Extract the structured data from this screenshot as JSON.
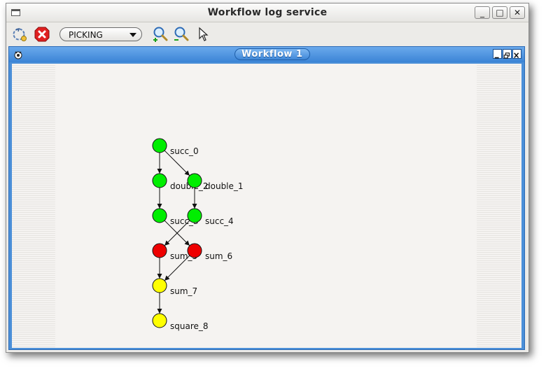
{
  "window": {
    "title": "Workflow log service",
    "minimize_label": "_",
    "maximize_label": "□",
    "close_label": "✕"
  },
  "toolbar": {
    "mode_value": "PICKING"
  },
  "internal_frame": {
    "title": "Workflow 1"
  },
  "colors": {
    "green": "#00ee00",
    "red": "#ee0000",
    "yellow": "#ffff00"
  },
  "graph": {
    "nodes": [
      {
        "id": "succ_0",
        "label": "succ_0",
        "color": "green"
      },
      {
        "id": "double_2",
        "label": "double_2",
        "color": "green"
      },
      {
        "id": "double_1",
        "label": "double_1",
        "color": "green"
      },
      {
        "id": "succ_3",
        "label": "succ_3",
        "color": "green"
      },
      {
        "id": "succ_4",
        "label": "succ_4",
        "color": "green"
      },
      {
        "id": "sum_5",
        "label": "sum_5",
        "color": "red"
      },
      {
        "id": "sum_6",
        "label": "sum_6",
        "color": "red"
      },
      {
        "id": "sum_7",
        "label": "sum_7",
        "color": "yellow"
      },
      {
        "id": "square_8",
        "label": "square_8",
        "color": "yellow"
      }
    ],
    "edges": [
      [
        "succ_0",
        "double_2"
      ],
      [
        "succ_0",
        "double_1"
      ],
      [
        "double_2",
        "succ_3"
      ],
      [
        "double_1",
        "succ_4"
      ],
      [
        "succ_3",
        "sum_6"
      ],
      [
        "succ_4",
        "sum_5"
      ],
      [
        "sum_5",
        "sum_7"
      ],
      [
        "sum_6",
        "sum_7"
      ],
      [
        "sum_7",
        "square_8"
      ]
    ]
  }
}
